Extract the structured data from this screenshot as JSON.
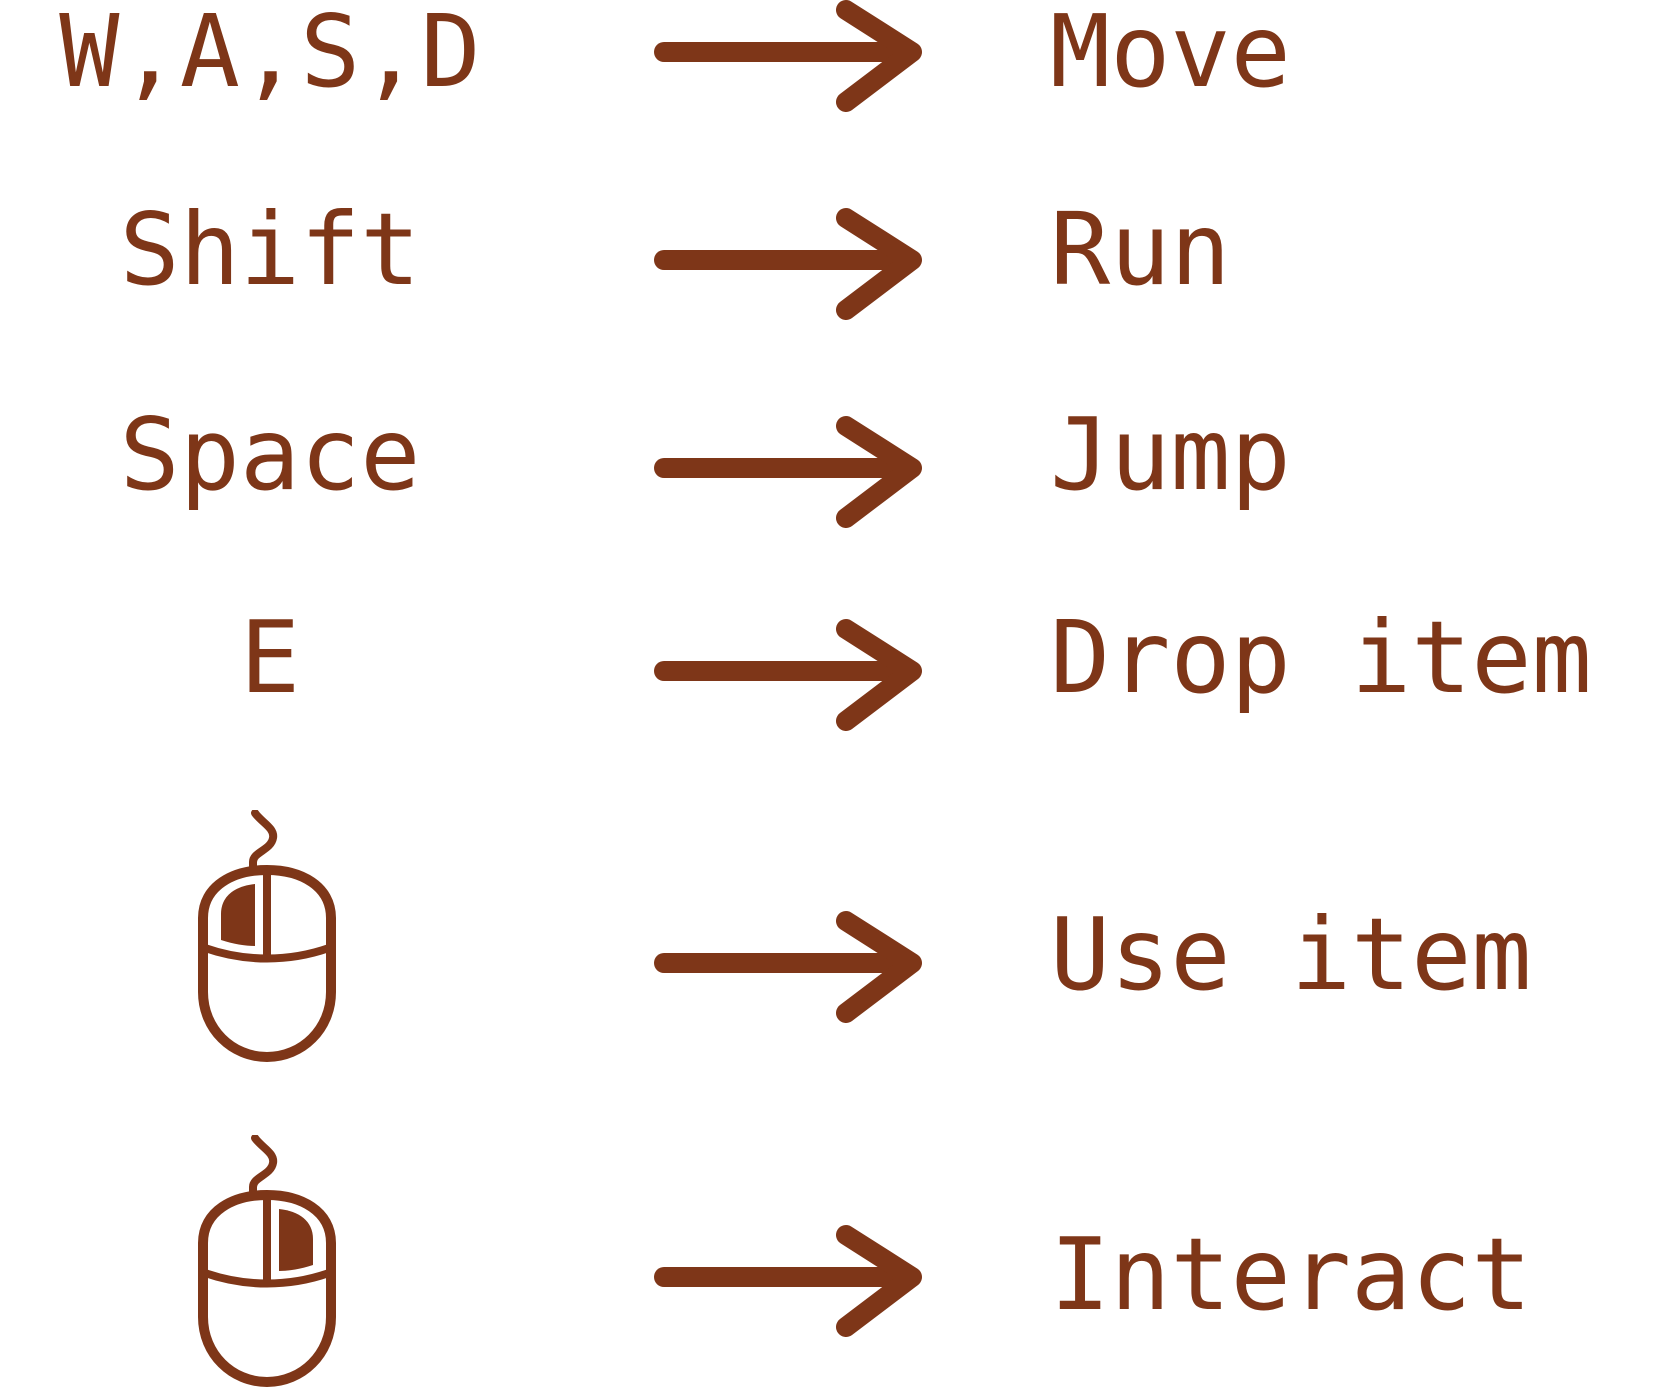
{
  "accent_color": "#7e3618",
  "background_color": "#ffffff",
  "controls": [
    {
      "input_type": "keys",
      "key": "W,A,S,D",
      "action": "Move"
    },
    {
      "input_type": "keys",
      "key": "Shift",
      "action": "Run"
    },
    {
      "input_type": "keys",
      "key": "Space",
      "action": "Jump"
    },
    {
      "input_type": "keys",
      "key": "E",
      "action": "Drop item"
    },
    {
      "input_type": "mouse",
      "icon": "mouse-left-click-icon",
      "action": "Use item"
    },
    {
      "input_type": "mouse",
      "icon": "mouse-right-click-icon",
      "action": "Interact"
    }
  ]
}
